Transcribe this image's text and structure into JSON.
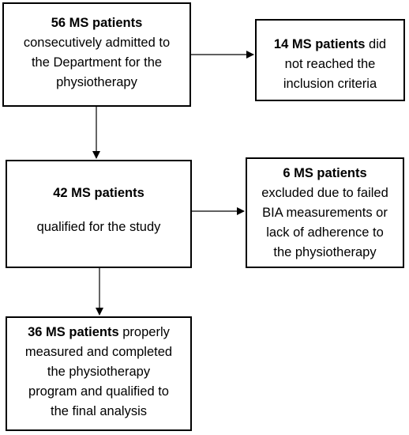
{
  "boxes": {
    "admitted": {
      "bold": "56 MS patients",
      "lines": [
        "consecutively admitted to",
        "the Department for the",
        "physiotherapy"
      ]
    },
    "excluded_criteria": {
      "bold": "14 MS patients",
      "rest": " did",
      "lines": [
        "not reached the",
        "inclusion criteria"
      ]
    },
    "qualified": {
      "bold": "42 MS patients",
      "lines": [
        "qualified for the study"
      ]
    },
    "excluded_bia": {
      "bold": "6 MS patients",
      "lines": [
        "excluded due to failed",
        "BIA measurements or",
        "lack of adherence to",
        "the physiotherapy"
      ]
    },
    "final": {
      "bold": "36 MS patients",
      "rest": " properly",
      "lines": [
        "measured and completed",
        "the physiotherapy",
        "program and qualified to",
        "the final analysis"
      ]
    }
  },
  "colors": {
    "stroke": "#000000",
    "background": "#ffffff",
    "text": "#000000"
  }
}
